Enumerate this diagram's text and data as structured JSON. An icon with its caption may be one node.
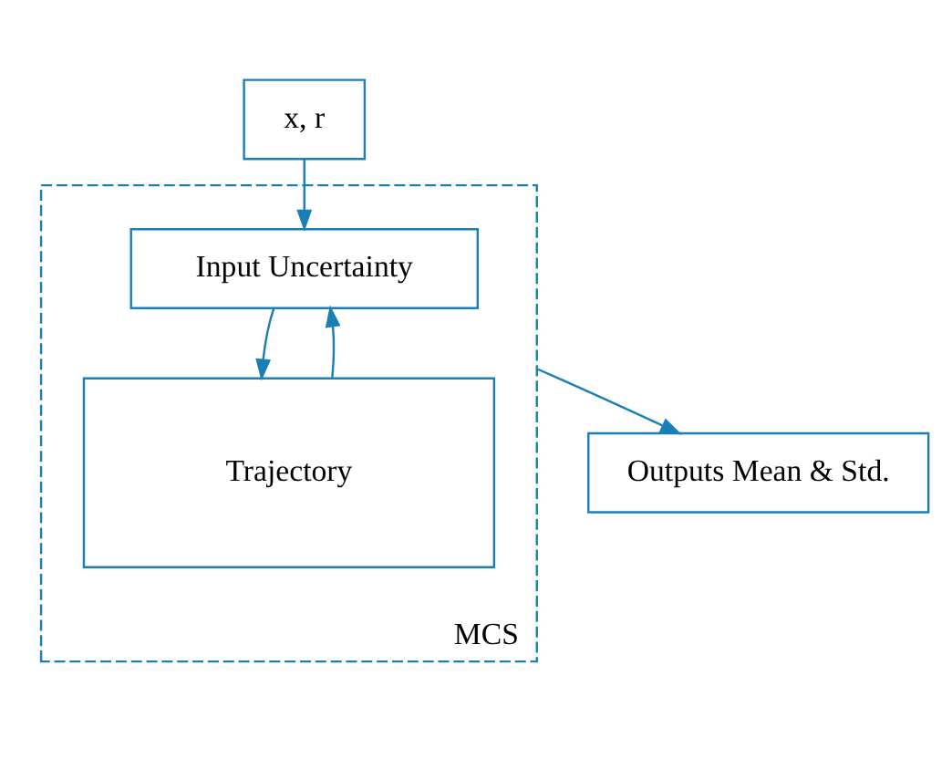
{
  "diagram": {
    "nodes": [
      {
        "text": [
          "x, r"
        ]
      },
      {
        "text": [
          "MCS"
        ]
      },
      {
        "text": [
          "Input Uncertainty"
        ],
        "in": 1
      },
      {
        "text": [
          "Trajectory"
        ],
        "in": 1
      },
      {
        "text": [
          "Outputs Mean & Std."
        ]
      }
    ],
    "edges": [
      {
        "from": 0,
        "to": 2,
        "arrow": "to"
      },
      {
        "from": 2,
        "to": 3,
        "arrow": "to"
      },
      {
        "from": 3,
        "to": 2,
        "arrow": "to"
      },
      {
        "from": 1,
        "to": 4,
        "arrow": "to"
      }
    ]
  }
}
